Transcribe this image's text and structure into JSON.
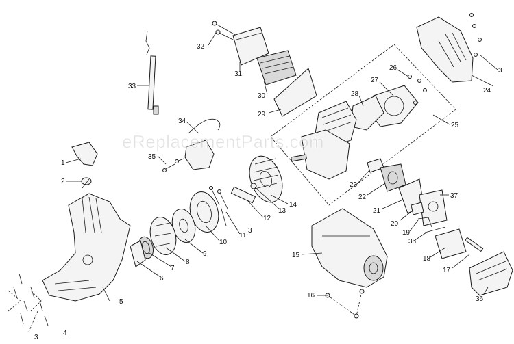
{
  "watermark": "eReplacementParts.com",
  "callouts": {
    "c1": "1",
    "c2": "2",
    "c3a": "3",
    "c3b": "3",
    "c3c": "3",
    "c4": "4",
    "c5": "5",
    "c6": "6",
    "c7": "7",
    "c8": "8",
    "c9": "9",
    "c10": "10",
    "c11": "11",
    "c12": "12",
    "c13": "13",
    "c14": "14",
    "c15": "15",
    "c16": "16",
    "c17": "17",
    "c18": "18",
    "c19": "19",
    "c20": "20",
    "c21": "21",
    "c22": "22",
    "c23": "23",
    "c24": "24",
    "c25": "25",
    "c26": "26",
    "c27": "27",
    "c28": "28",
    "c29": "29",
    "c30": "30",
    "c31": "31",
    "c32": "32",
    "c33": "33",
    "c34": "34",
    "c35": "35",
    "c36": "36",
    "c37": "37",
    "c38": "38"
  }
}
